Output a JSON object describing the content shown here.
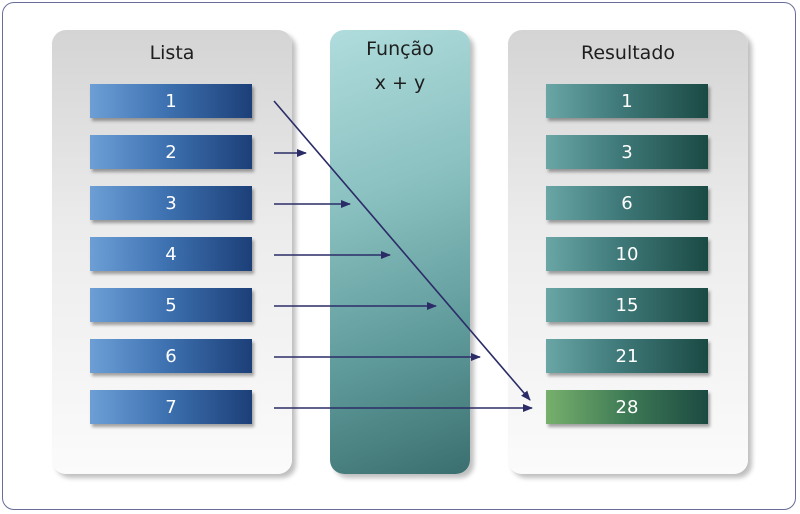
{
  "list": {
    "title": "Lista",
    "items": [
      "1",
      "2",
      "3",
      "4",
      "5",
      "6",
      "7"
    ]
  },
  "function": {
    "title": "Função",
    "expression": "x + y"
  },
  "result": {
    "title": "Resultado",
    "items": [
      "1",
      "3",
      "6",
      "10",
      "15",
      "21",
      "28"
    ],
    "highlighted_index": 6
  },
  "colors": {
    "arrow": "#2b2c67",
    "input_box": "#3f73b2",
    "result_box": "#3f7979",
    "result_highlight": "#5a9a63"
  }
}
